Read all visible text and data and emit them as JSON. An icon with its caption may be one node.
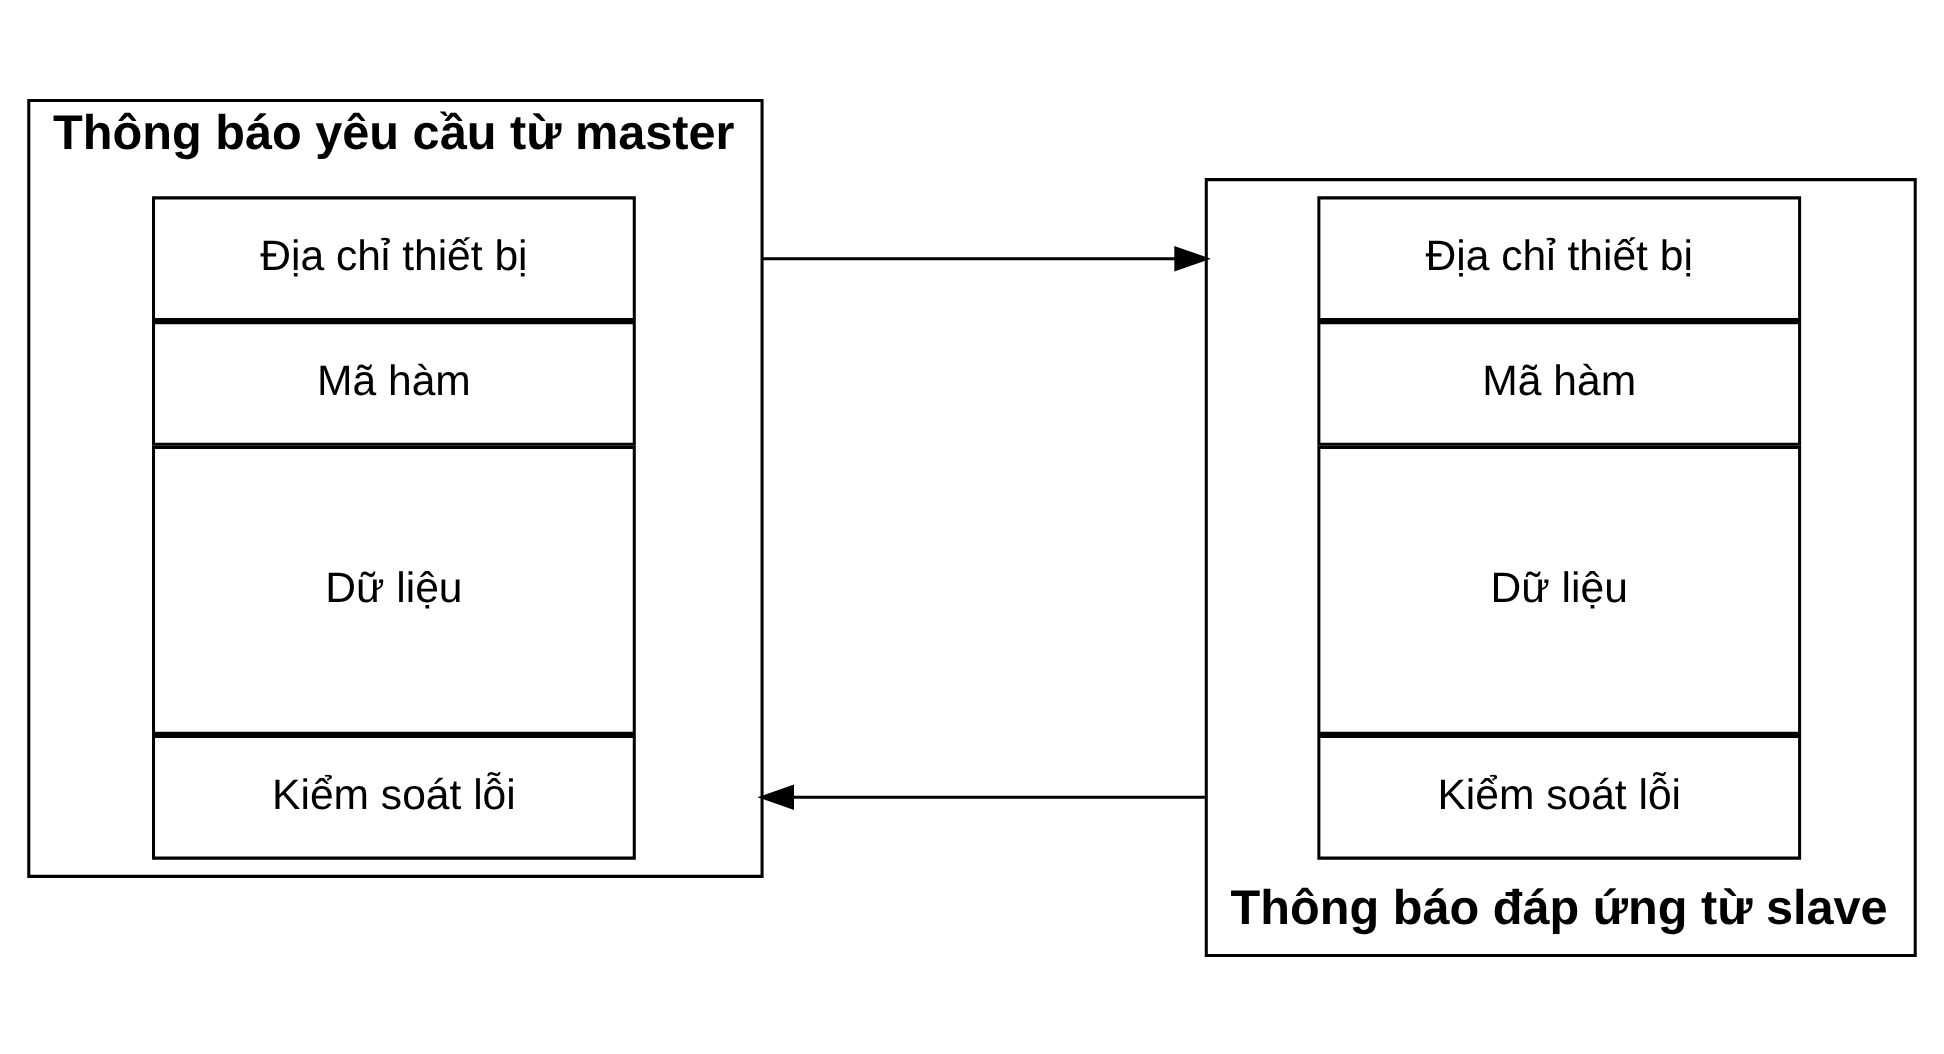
{
  "diagram": {
    "nodes": [
      {
        "text": [
          "Thông báo yêu cầu từ master"
        ]
      },
      {
        "text": [
          "Địa chỉ thiết bị"
        ],
        "in": 0
      },
      {
        "text": [
          "Mã hàm"
        ],
        "in": 0
      },
      {
        "text": [
          "Dữ liệu"
        ],
        "in": 0
      },
      {
        "text": [
          "Kiểm soát lỗi"
        ],
        "in": 0
      },
      {
        "text": [
          "Thông báo đáp ứng từ slave"
        ]
      },
      {
        "text": [
          "Địa chỉ thiết bị"
        ],
        "in": 5
      },
      {
        "text": [
          "Mã hàm"
        ],
        "in": 5
      },
      {
        "text": [
          "Dữ liệu"
        ],
        "in": 5
      },
      {
        "text": [
          "Kiểm soát lỗi"
        ],
        "in": 5
      }
    ],
    "edges": [
      {
        "from": 0,
        "to": 5,
        "arrow": "to"
      },
      {
        "from": 5,
        "to": 0,
        "arrow": "to"
      }
    ]
  }
}
